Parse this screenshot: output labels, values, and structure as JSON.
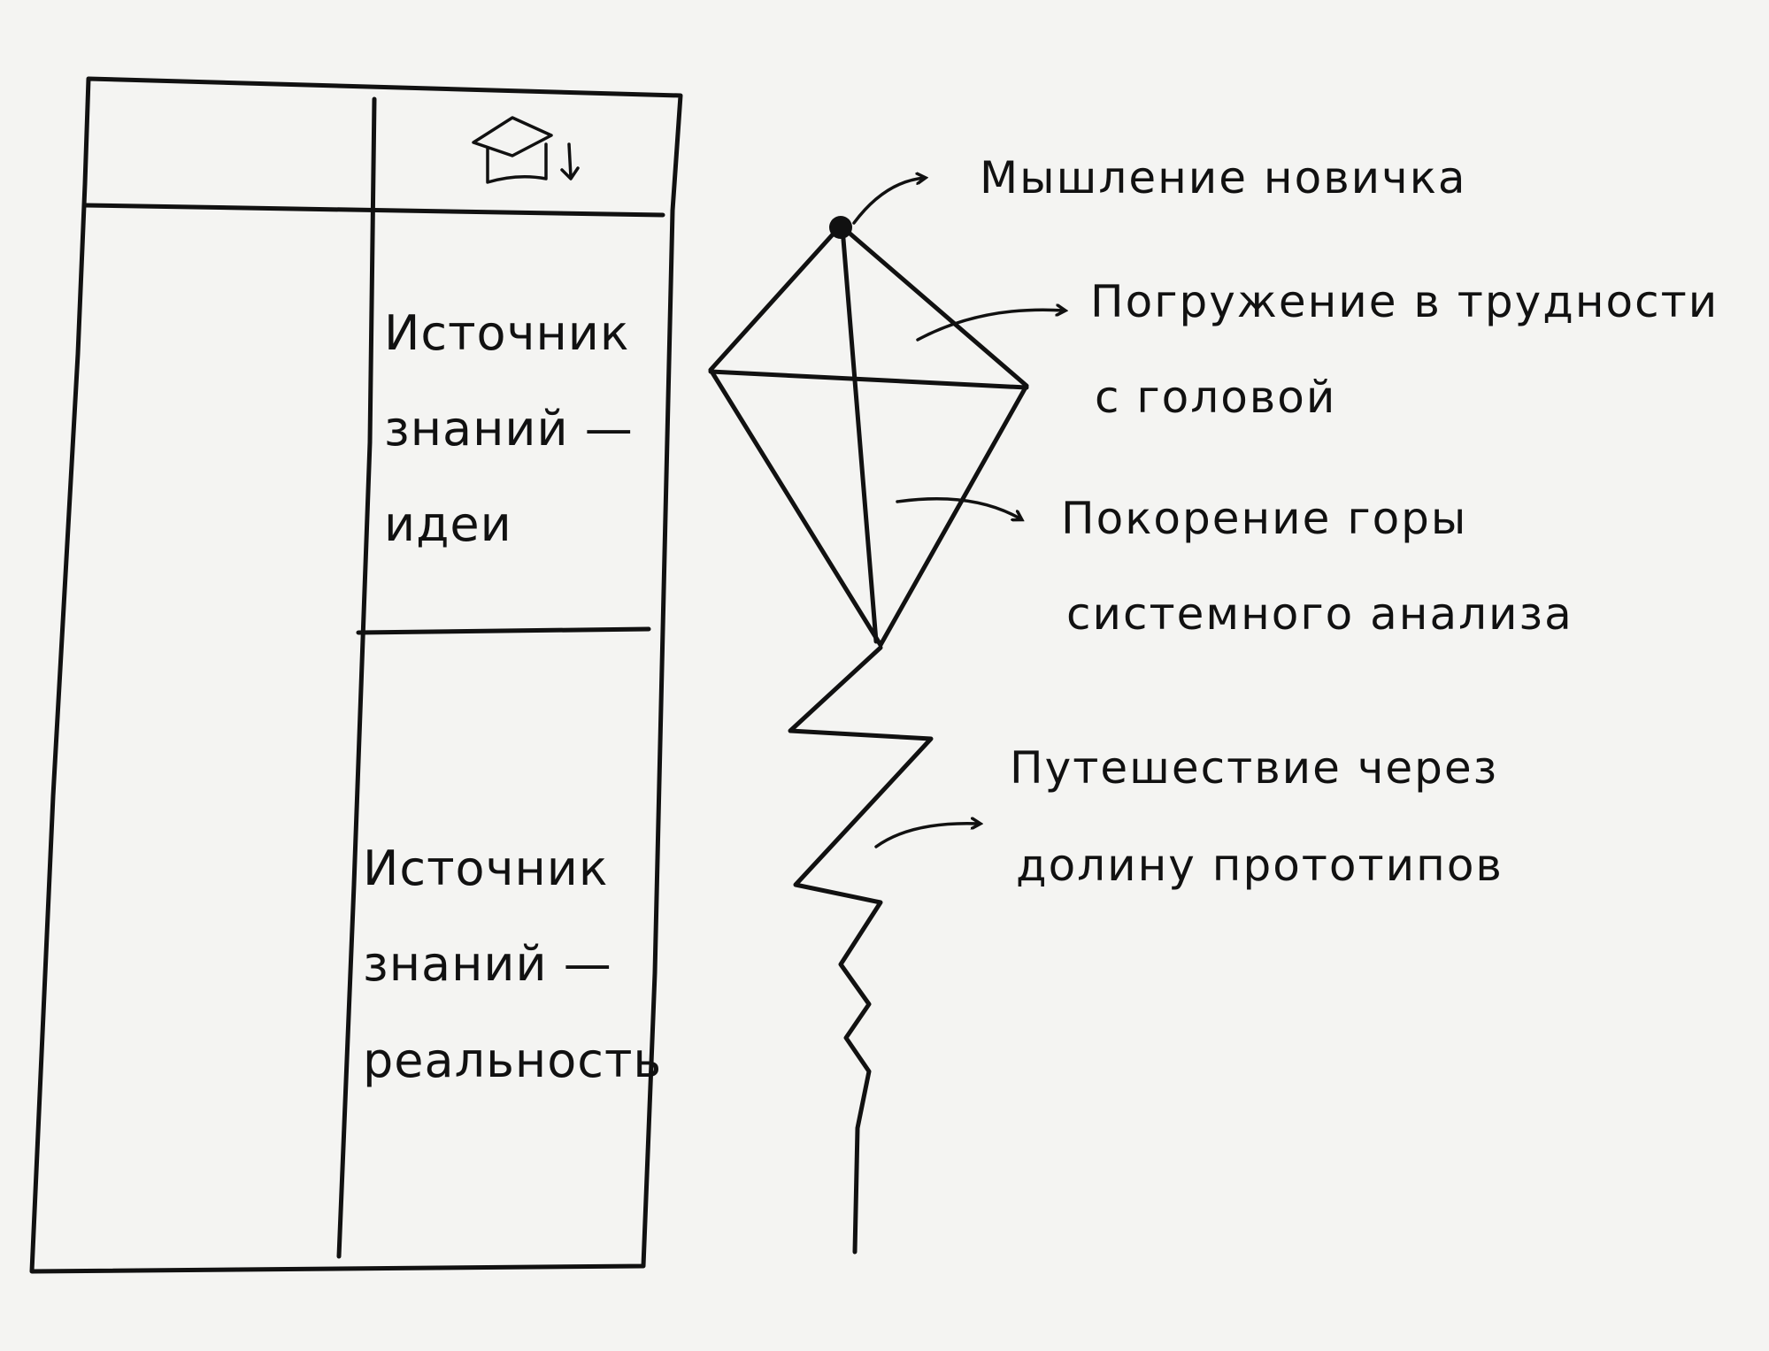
{
  "table": {
    "header_icon": "graduation-cap-icon",
    "cell_ideas": [
      "Источник",
      "знаний —",
      "идеи"
    ],
    "cell_reality": [
      "Источник",
      "знаний —",
      "реальность"
    ]
  },
  "kite": {
    "labels": {
      "novice": [
        "Мышление новичка"
      ],
      "immersion": [
        "Погружение в трудности",
        "с головой"
      ],
      "mountain": [
        "Покорение горы",
        "системного анализа"
      ],
      "valley": [
        "Путешествие через",
        "долину прототипов"
      ]
    }
  }
}
